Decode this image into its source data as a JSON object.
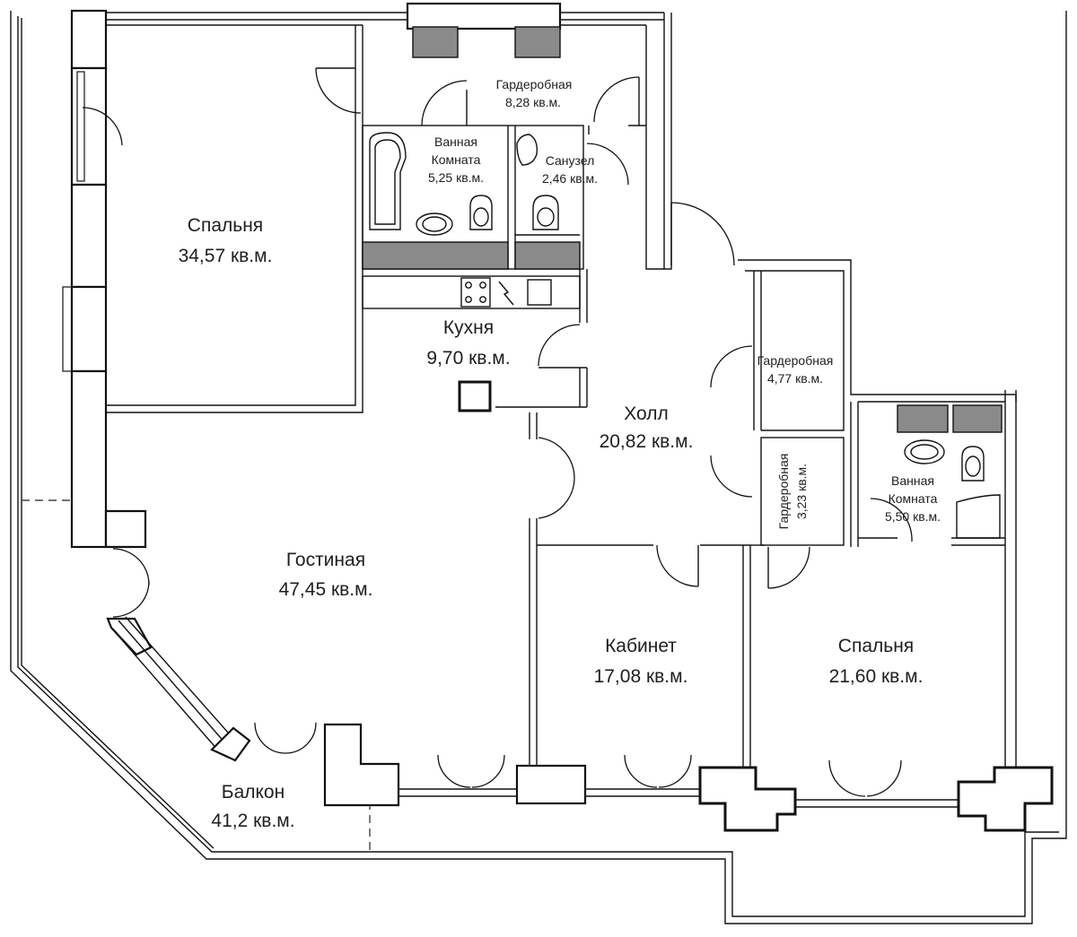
{
  "plan": {
    "rooms": [
      {
        "id": "bedroom-1",
        "name": "Спальня",
        "area": "34,57 кв.м.",
        "size": "big"
      },
      {
        "id": "wardrobe-1",
        "name": "Гардеробная",
        "area": "8,28 кв.м.",
        "size": "small"
      },
      {
        "id": "bathroom-1",
        "name": "Ванная",
        "name2": "Комната",
        "area": "5,25 кв.м.",
        "size": "small"
      },
      {
        "id": "wc",
        "name": "Санузел",
        "area": "2,46 кв.м.",
        "size": "small"
      },
      {
        "id": "kitchen",
        "name": "Кухня",
        "area": "9,70 кв.м.",
        "size": "big"
      },
      {
        "id": "wardrobe-2",
        "name": "Гардеробная",
        "area": "4,77 кв.м.",
        "size": "small"
      },
      {
        "id": "hall",
        "name": "Холл",
        "area": "20,82 кв.м.",
        "size": "big"
      },
      {
        "id": "wardrobe-3",
        "name": "Гардеробная",
        "area": "3,23 кв.м.",
        "size": "small"
      },
      {
        "id": "bathroom-2",
        "name": "Ванная",
        "name2": "Комната",
        "area": "5,50 кв.м.",
        "size": "small"
      },
      {
        "id": "living-room",
        "name": "Гостиная",
        "area": "47,45 кв.м.",
        "size": "big"
      },
      {
        "id": "study",
        "name": "Кабинет",
        "area": "17,08 кв.м.",
        "size": "big"
      },
      {
        "id": "bedroom-2",
        "name": "Спальня",
        "area": "21,60 кв.м.",
        "size": "big"
      },
      {
        "id": "balcony",
        "name": "Балкон",
        "area": "41,2 кв.м.",
        "size": "big"
      }
    ]
  },
  "colors": {
    "wall": "#111111",
    "fixture_fill": "#8a8a8a",
    "background": "#ffffff",
    "text": "#1e1e1e"
  }
}
